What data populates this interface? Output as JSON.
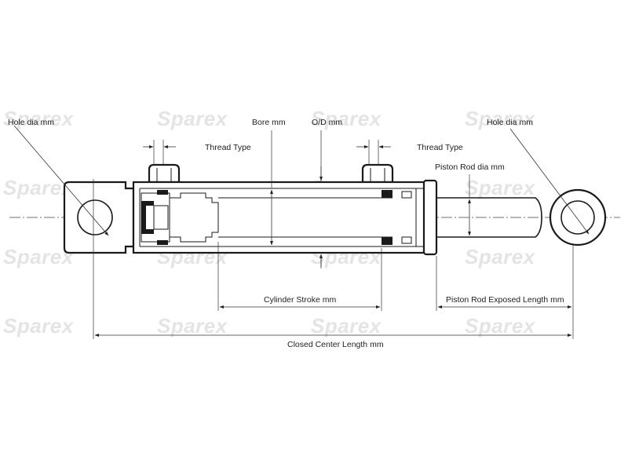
{
  "watermark": {
    "text": "Sparex"
  },
  "labels": {
    "hole_dia_left": "Hole dia mm",
    "hole_dia_right": "Hole dia mm",
    "bore": "Bore mm",
    "od": "O/D mm",
    "thread_type_left": "Thread Type",
    "thread_type_right": "Thread Type",
    "piston_rod_dia": "Piston Rod dia mm",
    "cylinder_stroke": "Cylinder Stroke mm",
    "piston_rod_exposed_length": "Piston Rod Exposed Length mm",
    "closed_center_length": "Closed Center Length mm"
  },
  "colors": {
    "line": "#1a1a1a",
    "watermark": "#e4e4e4"
  }
}
